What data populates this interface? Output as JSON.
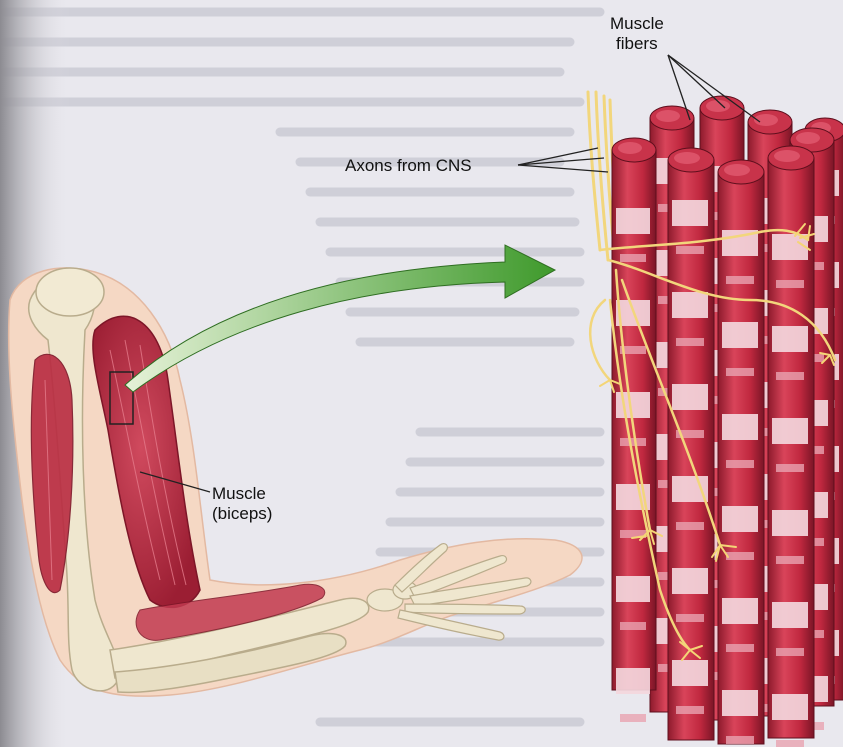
{
  "figure": {
    "labels": {
      "muscle_fibers": [
        "Muscle",
        "fibers"
      ],
      "axons": "Axons from CNS",
      "muscle": [
        "Muscle",
        "(biceps)"
      ]
    },
    "colors": {
      "page": "#e9e8ee",
      "muscle_red": "#b8243a",
      "fiber_band": "#f3d6dc",
      "nerve_yellow": "#f2d67c",
      "arrow_green": "#4ea63a",
      "bone": "#efe7cf",
      "skin": "#f5d8c4"
    }
  }
}
